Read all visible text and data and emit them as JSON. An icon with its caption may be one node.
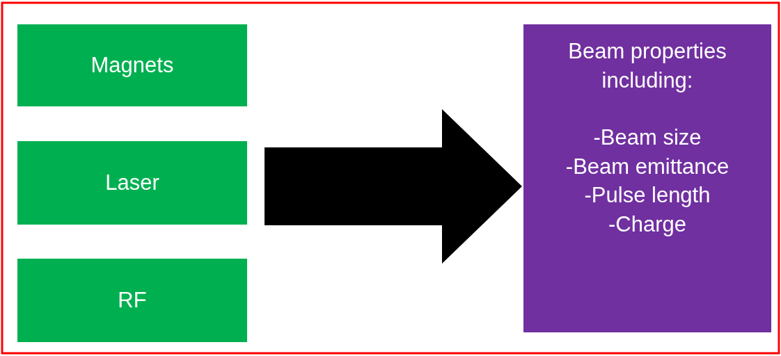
{
  "diagram": {
    "nodes": [
      {
        "text": [
          "Magnets"
        ]
      },
      {
        "text": [
          "Laser"
        ]
      },
      {
        "text": [
          "RF"
        ]
      },
      {
        "text": [
          "Beam properties including:",
          "-Beam size",
          "-Beam emittance",
          "-Pulse length",
          "-Charge"
        ]
      }
    ],
    "edges": [
      {
        "from": null,
        "to": 3,
        "arrow": "to",
        "style": "thick"
      }
    ]
  }
}
